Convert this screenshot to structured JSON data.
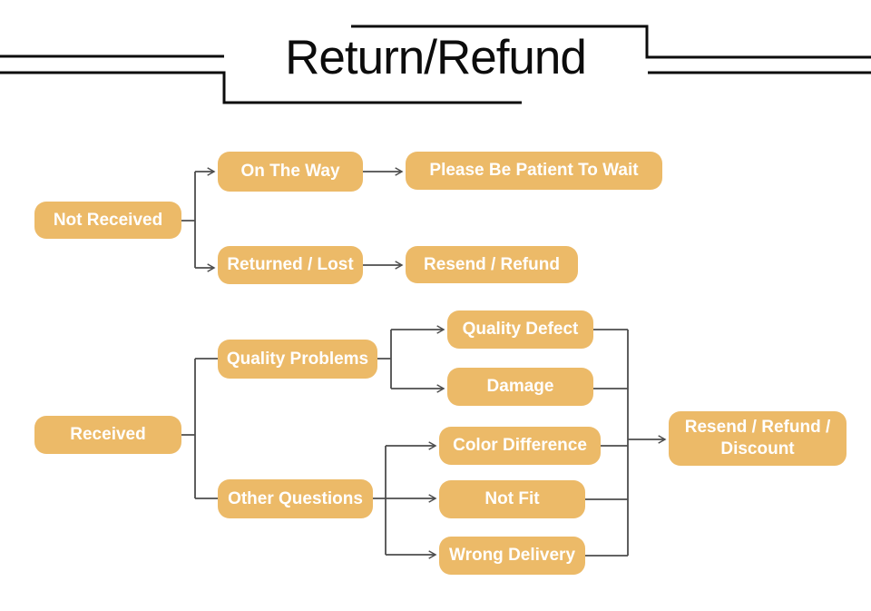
{
  "title": "Return/Refund",
  "colors": {
    "node_fill": "#ECBA68",
    "node_text": "#FFFFFF",
    "connector": "#4D4D4D",
    "title_decoration": "#0C0C0C",
    "background": "#FFFFFF"
  },
  "nodes": {
    "not_received": {
      "label": "Not Received"
    },
    "on_the_way": {
      "label": "On The Way"
    },
    "be_patient": {
      "label": "Please Be Patient To Wait"
    },
    "returned_lost": {
      "label": "Returned / Lost"
    },
    "resend_refund": {
      "label": "Resend / Refund"
    },
    "received": {
      "label": "Received"
    },
    "quality_problems": {
      "label": "Quality Problems"
    },
    "other_questions": {
      "label": "Other Questions"
    },
    "quality_defect": {
      "label": "Quality Defect"
    },
    "damage": {
      "label": "Damage"
    },
    "color_difference": {
      "label": "Color Difference"
    },
    "not_fit": {
      "label": "Not Fit"
    },
    "wrong_delivery": {
      "label": "Wrong Delivery"
    },
    "outcome": {
      "label": "Resend / Refund / Discount"
    }
  },
  "edges": [
    {
      "from": "not_received",
      "to": "on_the_way",
      "arrow": true
    },
    {
      "from": "not_received",
      "to": "returned_lost",
      "arrow": true
    },
    {
      "from": "on_the_way",
      "to": "be_patient",
      "arrow": true
    },
    {
      "from": "returned_lost",
      "to": "resend_refund",
      "arrow": true
    },
    {
      "from": "received",
      "to": "quality_problems",
      "arrow": false
    },
    {
      "from": "received",
      "to": "other_questions",
      "arrow": false
    },
    {
      "from": "quality_problems",
      "to": "quality_defect",
      "arrow": true
    },
    {
      "from": "quality_problems",
      "to": "damage",
      "arrow": true
    },
    {
      "from": "other_questions",
      "to": "color_difference",
      "arrow": true
    },
    {
      "from": "other_questions",
      "to": "not_fit",
      "arrow": true
    },
    {
      "from": "other_questions",
      "to": "wrong_delivery",
      "arrow": true
    },
    {
      "from": "quality_defect",
      "to": "outcome",
      "arrow": true
    },
    {
      "from": "damage",
      "to": "outcome",
      "arrow": true
    },
    {
      "from": "color_difference",
      "to": "outcome",
      "arrow": true
    },
    {
      "from": "not_fit",
      "to": "outcome",
      "arrow": true
    },
    {
      "from": "wrong_delivery",
      "to": "outcome",
      "arrow": true
    }
  ]
}
